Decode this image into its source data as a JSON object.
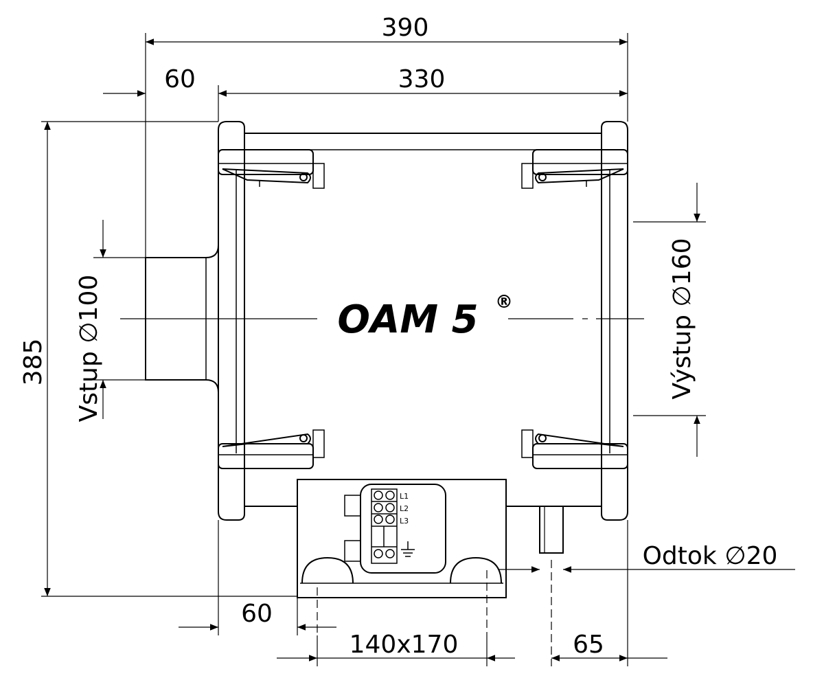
{
  "model": {
    "name": "OAM 5",
    "registered": "®"
  },
  "dimensions": {
    "overall_width": "390",
    "body_width": "330",
    "inlet_depth": "60",
    "overall_height": "385",
    "inlet_label": "Vstup",
    "inlet_diameter": "100",
    "outlet_label": "Výstup",
    "outlet_diameter": "160",
    "drain_label": "Odtok",
    "drain_diameter": "20",
    "bottom_offset": "60",
    "foot_spacing": "140x170",
    "drain_offset": "65"
  },
  "symbols": {
    "diameter": "∅"
  },
  "terminals": [
    "L1",
    "L2",
    "L3"
  ],
  "colors": {
    "line": "#000000",
    "background": "#ffffff"
  }
}
